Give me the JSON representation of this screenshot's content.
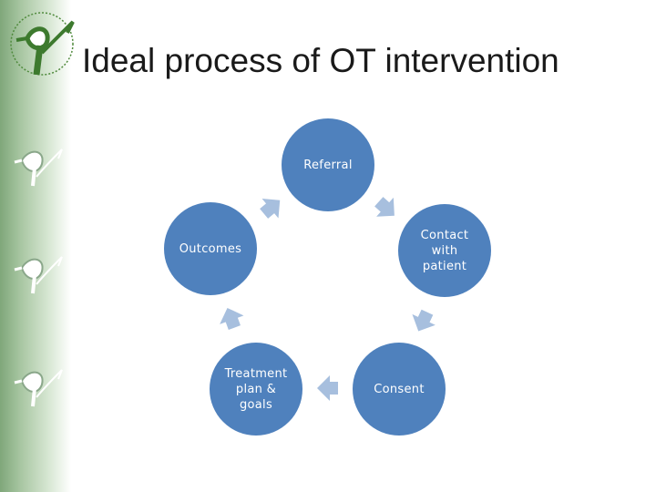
{
  "slide": {
    "title": "Ideal process of OT intervention"
  },
  "diagram": {
    "type": "cycle",
    "node_color": "#4f81bd",
    "arrow_color": "#a7bfde",
    "nodes": [
      {
        "id": "referral",
        "label": "Referral"
      },
      {
        "id": "contact",
        "label": "Contact\nwith\npatient"
      },
      {
        "id": "consent",
        "label": "Consent"
      },
      {
        "id": "treatment",
        "label": "Treatment\nplan &\ngoals"
      },
      {
        "id": "outcomes",
        "label": "Outcomes"
      }
    ]
  },
  "branding": {
    "logo_icon": "bird-leaf-logo-icon",
    "side_icon": "bird-leaf-icon"
  }
}
